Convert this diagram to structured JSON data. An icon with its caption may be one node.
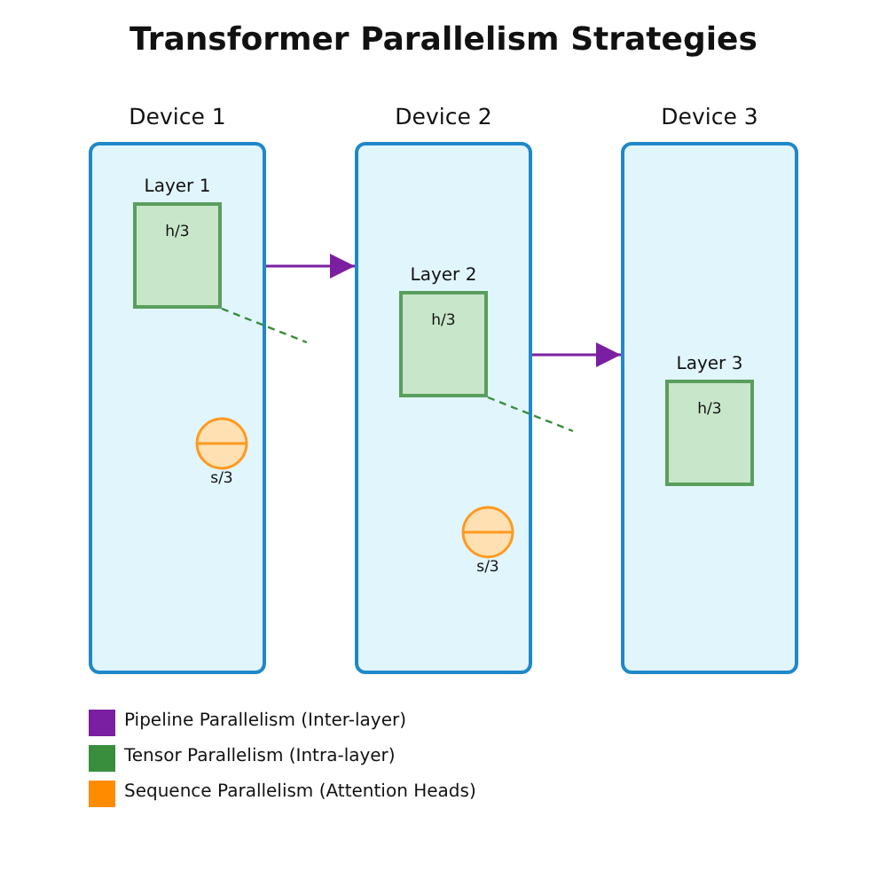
{
  "diagram": {
    "title": "Transformer Parallelism Strategies",
    "nodes": [
      {
        "text": [
          "Device 1"
        ]
      },
      {
        "text": [
          "Layer 1",
          "h/3"
        ],
        "in": 0
      },
      {
        "text": [],
        "shape": "circle",
        "in": 0,
        "beside": [
          "s/3"
        ]
      },
      {
        "text": [
          "Device 2"
        ]
      },
      {
        "text": [
          "Layer 2",
          "h/3"
        ],
        "in": 3
      },
      {
        "text": [],
        "shape": "circle",
        "in": 3,
        "beside": [
          "s/3"
        ]
      },
      {
        "text": [
          "Device 3"
        ]
      },
      {
        "text": [
          "Layer 3",
          "h/3"
        ],
        "in": 6
      }
    ],
    "edges": [
      {
        "from": 0,
        "to": 3,
        "arrow": "to",
        "color": "#7b1fa2"
      },
      {
        "from": 3,
        "to": 6,
        "arrow": "to",
        "color": "#7b1fa2"
      },
      {
        "from": 1,
        "to": null,
        "arrow": "none",
        "style": "dashed",
        "color": "#388e3c"
      },
      {
        "from": 4,
        "to": null,
        "arrow": "none",
        "style": "dashed",
        "color": "#388e3c"
      }
    ],
    "legend": [
      {
        "text": "Pipeline Parallelism (Inter-layer)",
        "color": "#7b1fa2"
      },
      {
        "text": "Tensor Parallelism (Intra-layer)",
        "color": "#388e3c"
      },
      {
        "text": "Sequence Parallelism (Attention Heads)",
        "color": "#ff8c00"
      }
    ]
  }
}
